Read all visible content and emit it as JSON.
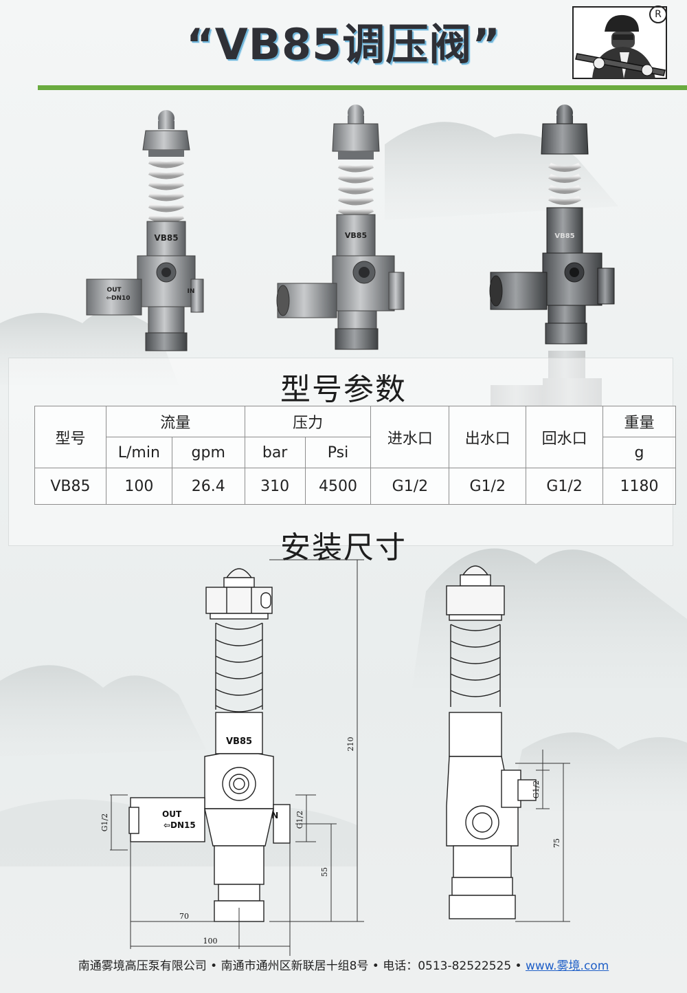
{
  "header": {
    "title": "“VB85调压阀”",
    "registered_mark": "R"
  },
  "sections": {
    "spec_title": "型号参数",
    "dims_title": "安装尺寸"
  },
  "product_labels": {
    "model": "VB85",
    "out": "OUT",
    "dn10": "⇦DN10",
    "in": "IN"
  },
  "spec_table": {
    "model_header": "型号",
    "flow_header": "流量",
    "pressure_header": "压力",
    "inlet_header": "进水口",
    "outlet_header": "出水口",
    "return_header": "回水口",
    "weight_header": "重量",
    "unit_lmin": "L/min",
    "unit_gpm": "gpm",
    "unit_bar": "bar",
    "unit_psi": "Psi",
    "unit_g": "g",
    "row": {
      "model": "VB85",
      "lmin": "100",
      "gpm": "26.4",
      "bar": "310",
      "psi": "4500",
      "inlet": "G1/2",
      "outlet": "G1/2",
      "return": "G1/2",
      "weight": "1180"
    }
  },
  "drawing": {
    "model": "VB85",
    "out": "OUT",
    "dn15": "⇦DN15",
    "in": "IN",
    "dim_210": "210",
    "dim_55": "55",
    "dim_70": "70",
    "dim_100": "100",
    "dim_75": "75",
    "dim_g12": "G1/2"
  },
  "footer": {
    "text": "南通雾境高压泵有限公司 • 南通市通州区新联居十组8号 • 电话：0513-82522525 • ",
    "url": "www.雾境.com"
  },
  "colors": {
    "green_bar": "#6aab3f",
    "title_shadow": "#6fb4d8",
    "url": "#1f5fc7"
  }
}
